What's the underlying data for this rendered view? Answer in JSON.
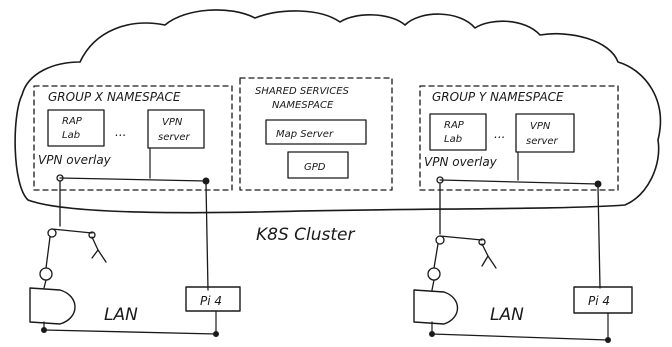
{
  "cluster": {
    "label": "K8S Cluster"
  },
  "group_x": {
    "title": "GROUP X NAMESPACE",
    "app_lab": [
      "RAP",
      "Lab"
    ],
    "ellipsis": "...",
    "vpn_server": [
      "VPN",
      "server"
    ],
    "overlay": "VPN overlay"
  },
  "shared": {
    "title": [
      "SHARED SERVICES",
      "NAMESPACE"
    ],
    "map_server": "Map Server",
    "gpd": "GPD"
  },
  "group_y": {
    "title": "GROUP Y NAMESPACE",
    "app_lab": [
      "RAP",
      "Lab"
    ],
    "ellipsis": "...",
    "vpn_server": [
      "VPN",
      "server"
    ],
    "overlay": "VPN overlay"
  },
  "site_left": {
    "lan": "LAN",
    "pi": "Pi 4"
  },
  "site_right": {
    "lan": "LAN",
    "pi": "Pi 4"
  }
}
